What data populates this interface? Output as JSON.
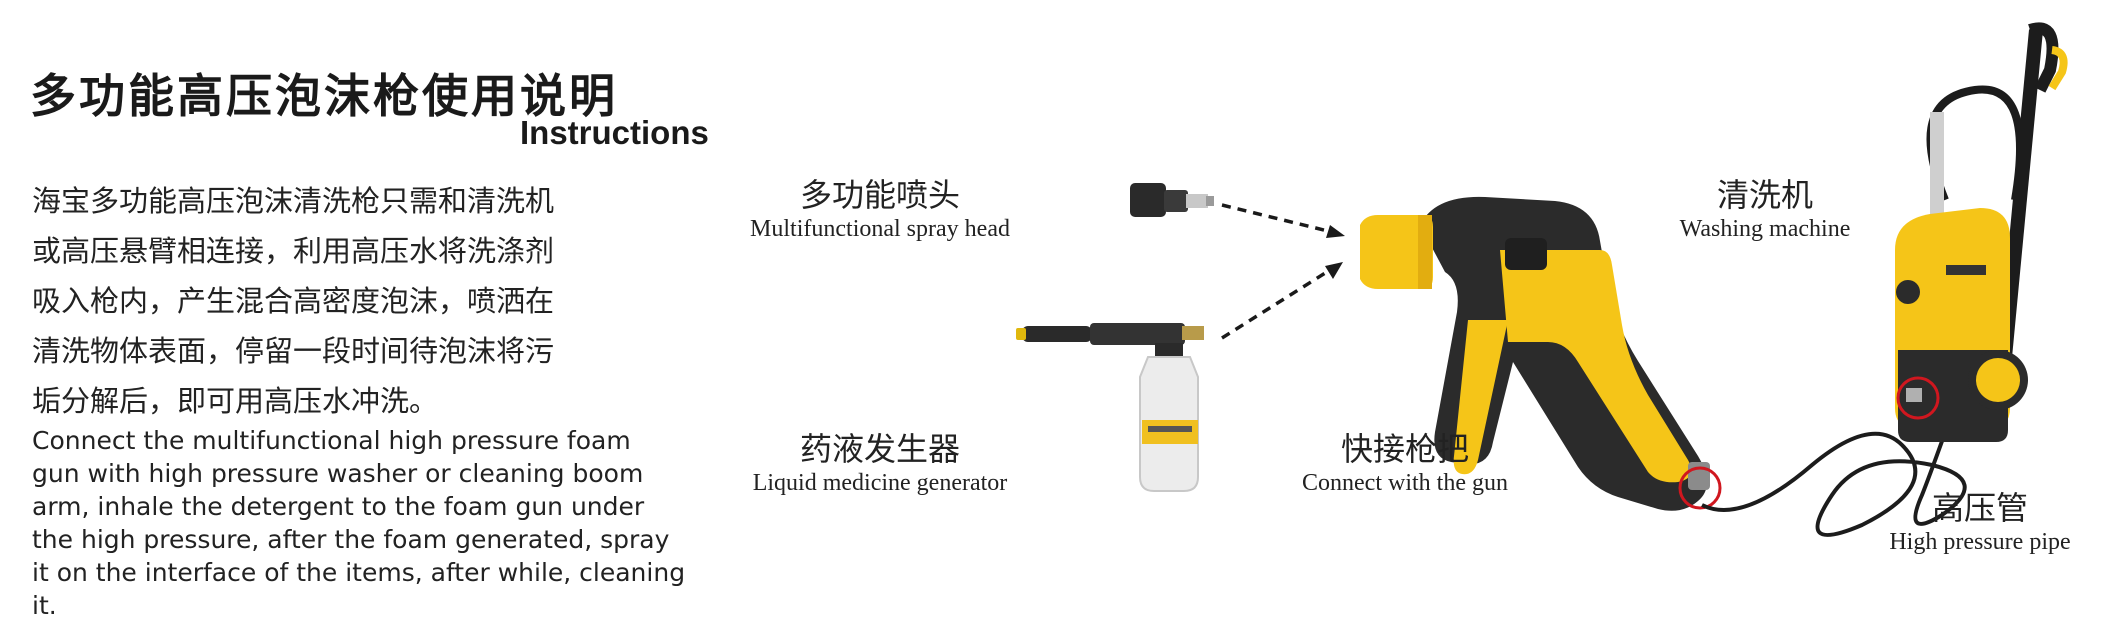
{
  "title": {
    "chinese": "多功能高压泡沫枪使用说明",
    "english": "Instructions"
  },
  "description": {
    "chinese_lines": [
      "海宝多功能高压泡沫清洗枪只需和清洗机",
      "或高压悬臂相连接，利用高压水将洗涤剂",
      "吸入枪内，产生混合高密度泡沫，喷洒在",
      "清洗物体表面，停留一段时间待泡沫将污",
      "垢分解后，即可用高压水冲洗。"
    ],
    "english_lines": [
      "Connect the multifunctional high pressure foam",
      "gun with high pressure washer or cleaning boom",
      "arm, inhale the detergent to the foam gun under",
      "the high pressure, after the foam generated, spray",
      "it on the interface of the items, after while, cleaning",
      "it."
    ]
  },
  "labels": {
    "spray_head": {
      "chinese": "多功能喷头",
      "english": "Multifunctional spray head"
    },
    "generator": {
      "chinese": "药液发生器",
      "english": "Liquid medicine generator"
    },
    "gun_connect": {
      "chinese": "快接枪把",
      "english": "Connect with the gun"
    },
    "washer": {
      "chinese": "清洗机",
      "english": "Washing machine"
    },
    "pipe": {
      "chinese": "高压管",
      "english": "High pressure pipe"
    }
  },
  "colors": {
    "accent_yellow": "#f5c518",
    "body_dark": "#2b2b2b",
    "highlight_red": "#d0171f"
  }
}
